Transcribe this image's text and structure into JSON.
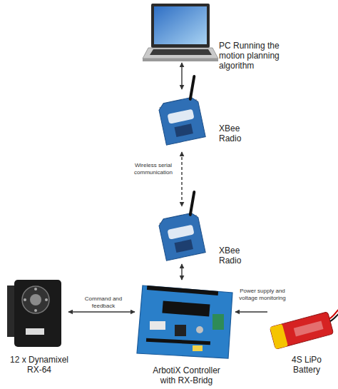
{
  "diagram": {
    "nodes": [
      {
        "text": [
          "PC Running the motion planning algorithm"
        ]
      },
      {
        "text": [
          "XBee Radio"
        ]
      },
      {
        "text": [
          "XBee Radio"
        ]
      },
      {
        "text": [
          "12 x Dynamixel RX-64"
        ]
      },
      {
        "text": [
          "ArbotiX Controller with RX-Bridg"
        ]
      },
      {
        "text": [
          "4S LiPo Battery"
        ]
      }
    ],
    "edges": [
      {
        "from": 0,
        "to": 1,
        "arrow": "both"
      },
      {
        "from": 1,
        "to": 2,
        "label": "Wireless serial communication",
        "arrow": "both"
      },
      {
        "from": 2,
        "to": 4,
        "arrow": "both"
      },
      {
        "from": 3,
        "to": 4,
        "label": "Command and feedback",
        "arrow": "both"
      },
      {
        "from": 5,
        "to": 4,
        "label": "Power supply and voltage monitoring",
        "arrow": "to"
      }
    ]
  }
}
